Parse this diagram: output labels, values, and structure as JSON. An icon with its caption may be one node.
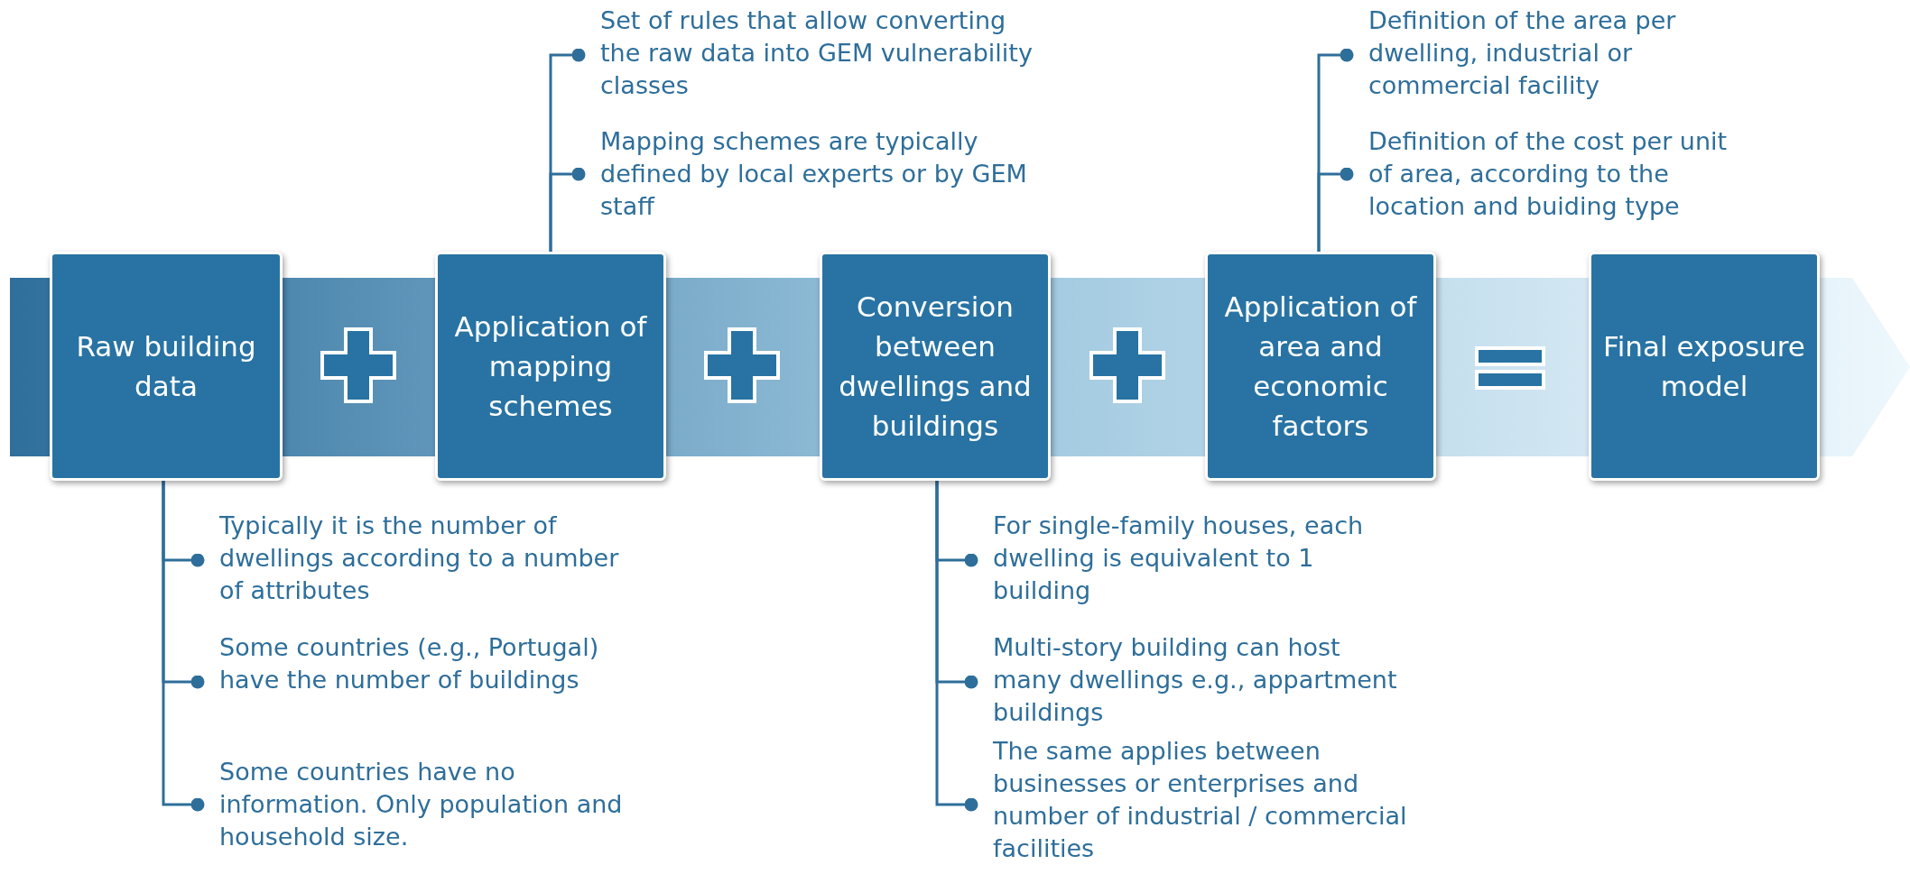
{
  "diagram": {
    "nodes": [
      {
        "text": [
          "Set of rules that allow converting the raw data into GEM vulnerability classes"
        ]
      },
      {
        "text": [
          "Mapping schemes are typically defined by local experts or by GEM staff"
        ]
      },
      {
        "text": [
          "Definition of the area per dwelling, industrial or commercial facility"
        ]
      },
      {
        "text": [
          "Definition of the cost per unit of area, according to the location and buiding type"
        ]
      },
      {
        "text": [
          "Raw building data"
        ]
      },
      {
        "text": [
          "Application of mapping schemes"
        ]
      },
      {
        "text": [
          "Conversion between dwellings and buildings"
        ]
      },
      {
        "text": [
          "Application of area and economic factors"
        ]
      },
      {
        "text": [
          "Final exposure model"
        ]
      },
      {
        "text": [
          "Typically it is the number of dwellings according to a number of attributes"
        ]
      },
      {
        "text": [
          "Some countries (e.g., Portugal) have the number of buildings"
        ]
      },
      {
        "text": [
          "Some countries have no information. Only population and household size."
        ]
      },
      {
        "text": [
          "For single-family houses, each dwelling is equivalent to 1 building"
        ]
      },
      {
        "text": [
          "Multi-story building can host many dwellings e.g., appartment buildings"
        ]
      },
      {
        "text": [
          "The same applies between businesses or enterprises and number of industrial / commercial facilities"
        ]
      }
    ],
    "edges": [
      {
        "from": 5,
        "to": 0,
        "arrow": "other"
      },
      {
        "from": 5,
        "to": 1,
        "arrow": "other"
      },
      {
        "from": 7,
        "to": 2,
        "arrow": "other"
      },
      {
        "from": 7,
        "to": 3,
        "arrow": "other"
      },
      {
        "from": 4,
        "to": 9,
        "arrow": "other"
      },
      {
        "from": 4,
        "to": 10,
        "arrow": "other"
      },
      {
        "from": 4,
        "to": 11,
        "arrow": "other"
      },
      {
        "from": 6,
        "to": 12,
        "arrow": "other"
      },
      {
        "from": 6,
        "to": 13,
        "arrow": "other"
      },
      {
        "from": 6,
        "to": 14,
        "arrow": "other"
      }
    ]
  }
}
